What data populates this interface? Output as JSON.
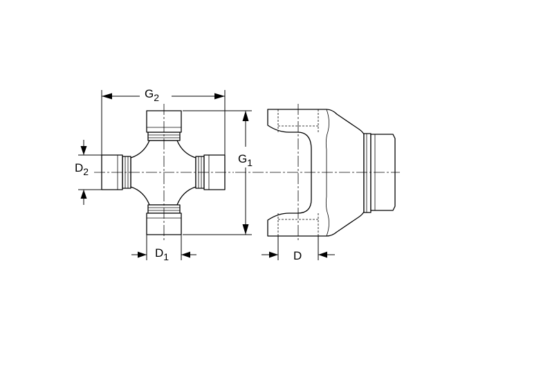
{
  "dimensions": {
    "g2": {
      "main": "G",
      "sub": "2"
    },
    "g1": {
      "main": "G",
      "sub": "1"
    },
    "d2": {
      "main": "D",
      "sub": "2"
    },
    "d1": {
      "main": "D",
      "sub": "1"
    },
    "d": {
      "main": "D"
    }
  },
  "colors": {
    "line": "#000000",
    "background": "#ffffff"
  }
}
